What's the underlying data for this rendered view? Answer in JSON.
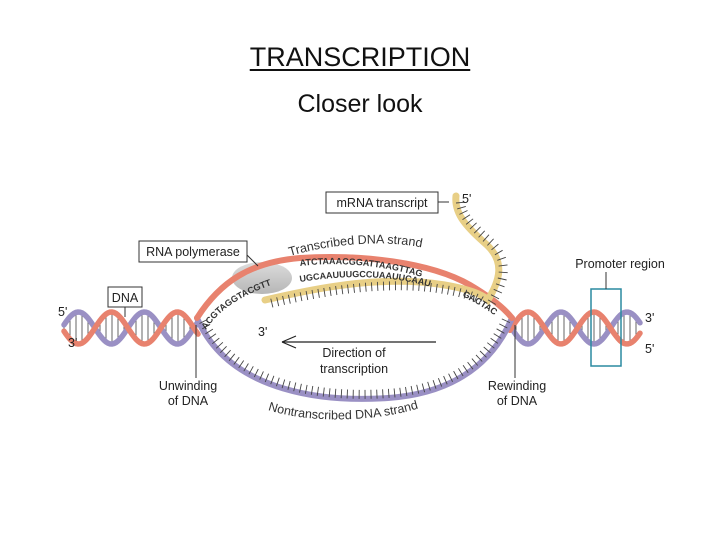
{
  "slide": {
    "title": "TRANSCRIPTION",
    "subtitle": "Closer look"
  },
  "labels": {
    "mrna_transcript": "mRNA transcript",
    "rna_polymerase": "RNA polymerase",
    "dna": "DNA",
    "promoter_region": "Promoter region",
    "transcribed_strand": "Transcribed DNA strand",
    "nontranscribed_strand": "Nontranscribed DNA strand",
    "direction_line1": "Direction of",
    "direction_line2": "transcription",
    "unwinding_line1": "Unwinding",
    "unwinding_line2": "of DNA",
    "rewinding_line1": "Rewinding",
    "rewinding_line2": "of DNA"
  },
  "ends": {
    "five_prime": "5'",
    "three_prime": "3'"
  },
  "sequences": {
    "dna_top": "ATCTAAACGGATTAAGTTAG",
    "dna_left": "ACGTAGGTACGTT",
    "rna": "UGCAAUUUGCCUAAUUCAAU",
    "right_end": "GACTAC"
  },
  "colors": {
    "transcribed": "#e8826e",
    "nontranscribed": "#9a90c4",
    "mrna": "#e8cf86",
    "promoter_box": "#2a8aa0",
    "polymerase": "#bdbdbd"
  }
}
